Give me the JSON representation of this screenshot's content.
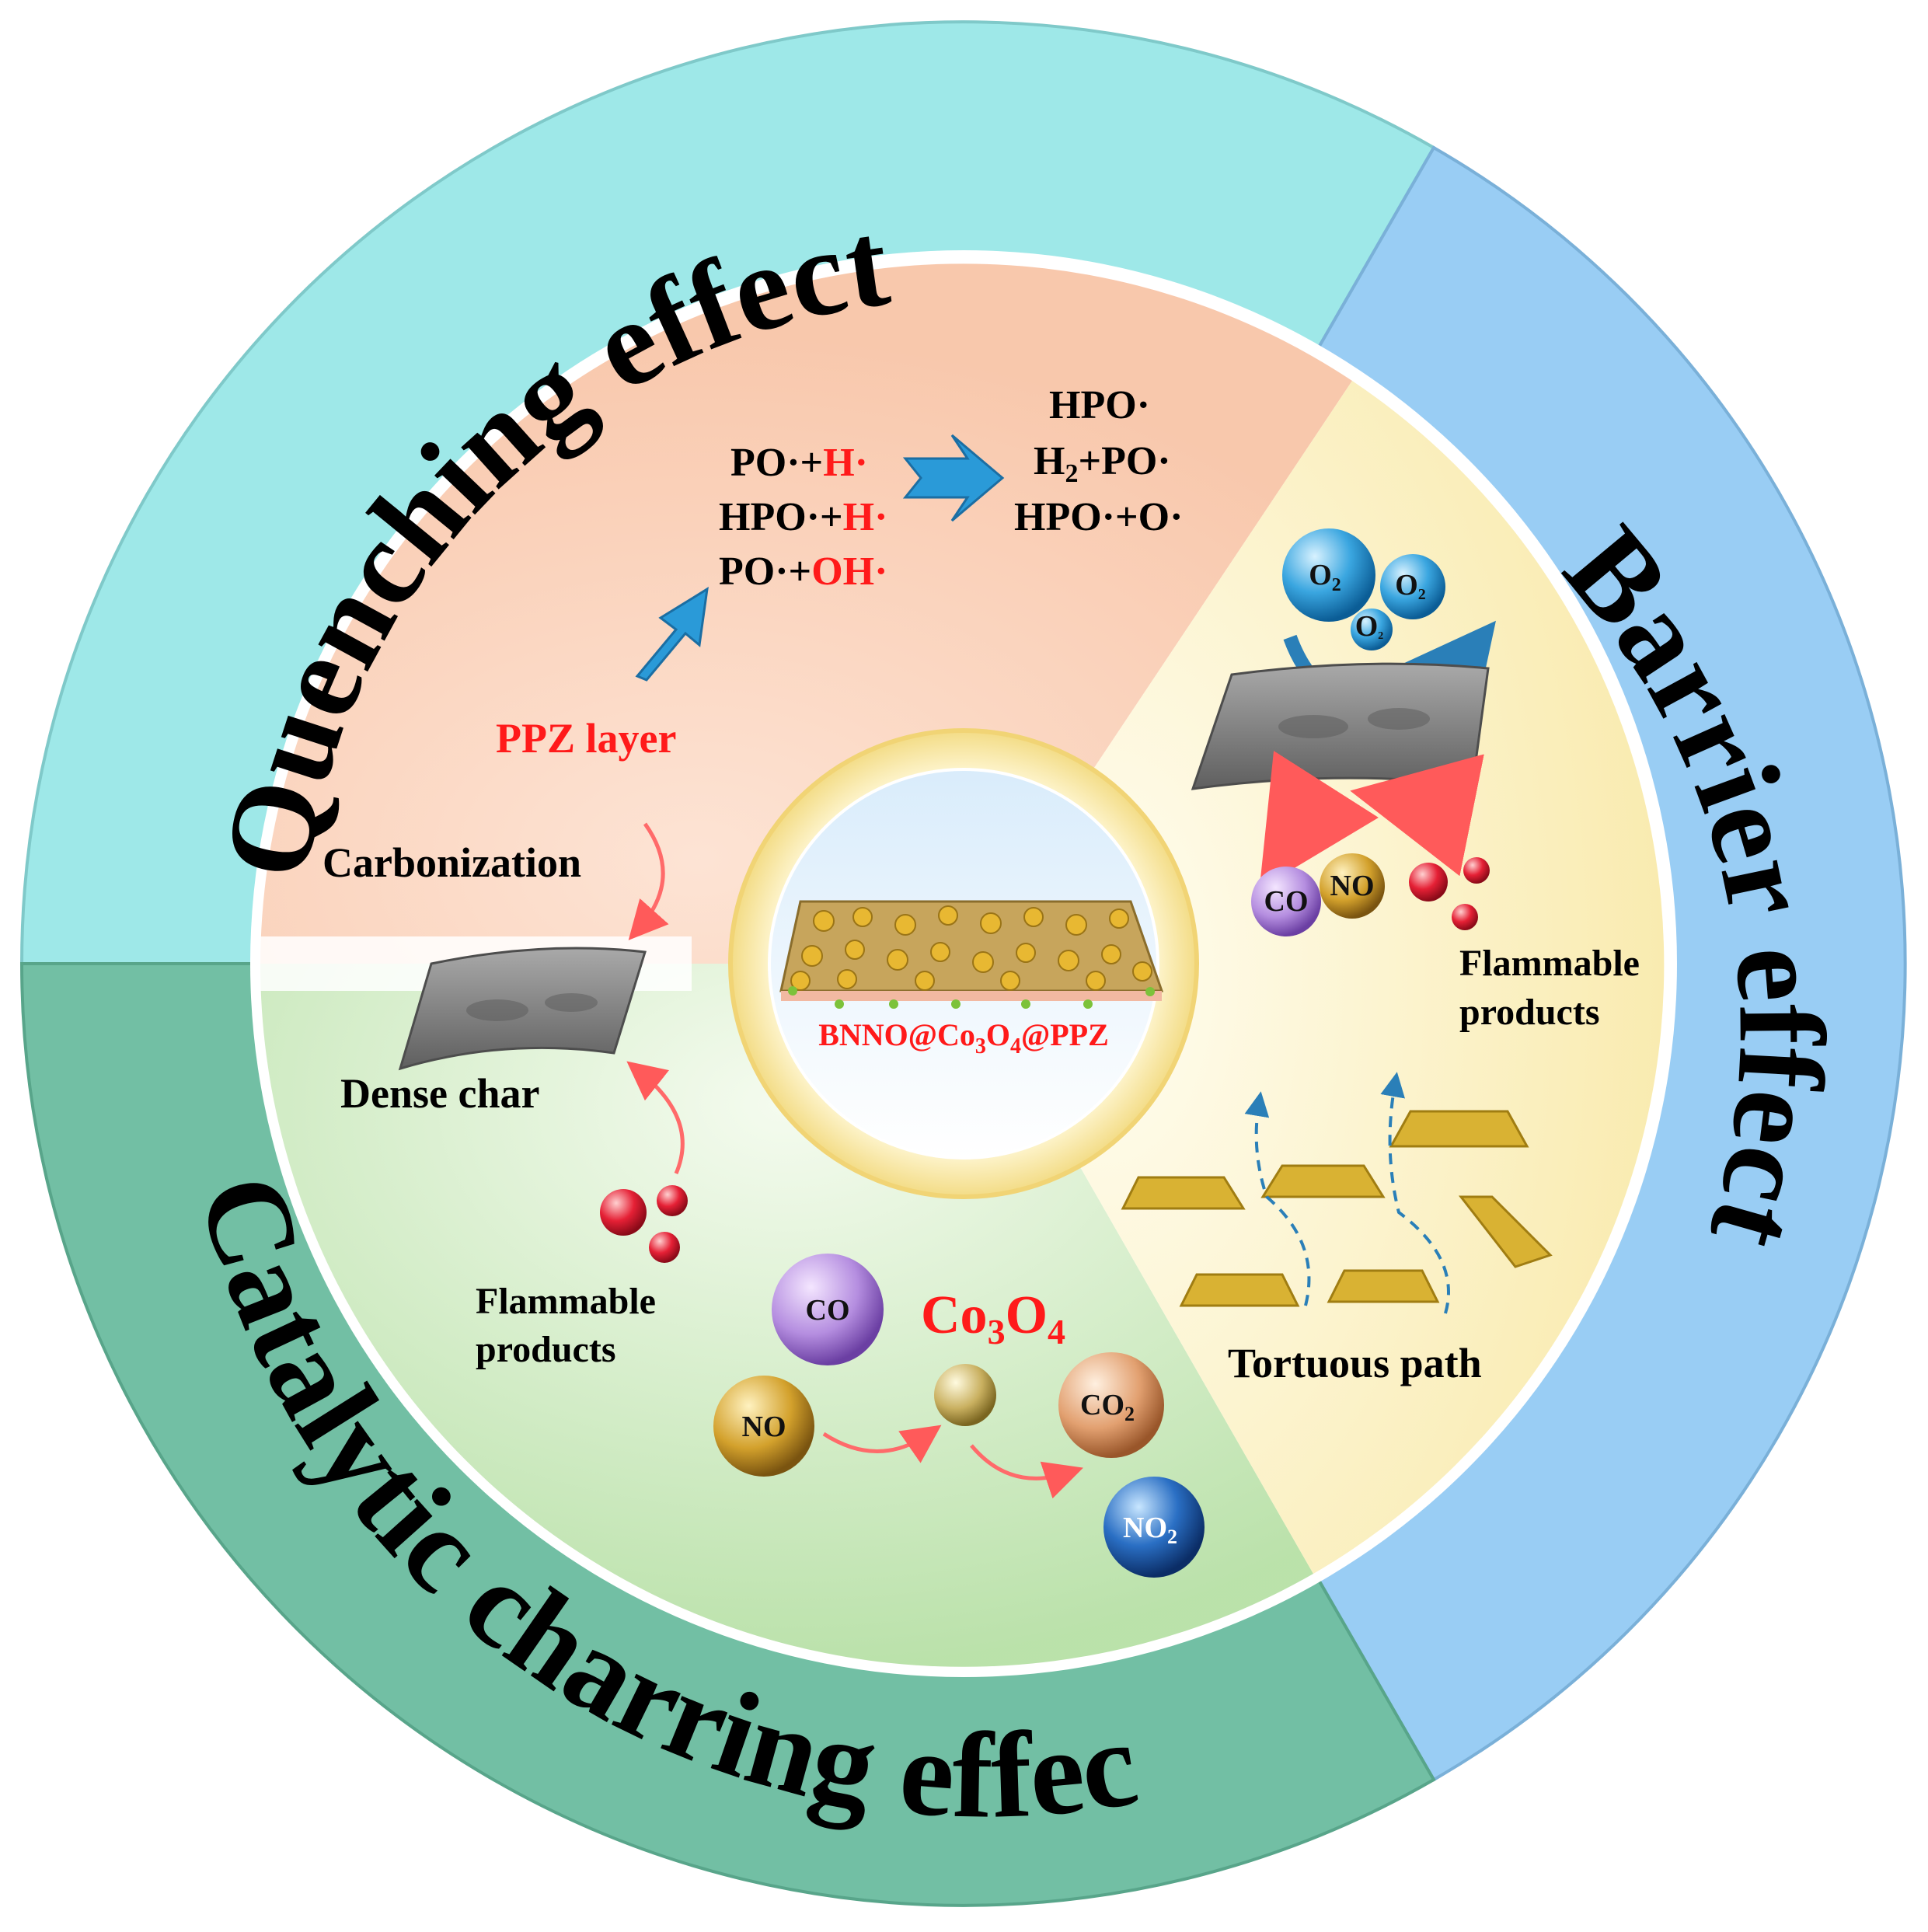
{
  "ring": {
    "quenching": "Quenching effect",
    "barrier": "Barrier effect",
    "catalytic": "Catalytic charring effect"
  },
  "center": {
    "label_prefix": "BNNO@Co",
    "sub1": "3",
    "mid": "O",
    "sub2": "4",
    "suffix": "@PPZ"
  },
  "quenching_panel": {
    "ppz_layer": "PPZ layer",
    "carbonization": "Carbonization",
    "reactants": [
      {
        "pre": "PO·+",
        "red": "H·"
      },
      {
        "pre": "HPO·+",
        "red": "H·"
      },
      {
        "pre": "PO·+",
        "red": "OH·"
      }
    ],
    "products": [
      "HPO·",
      "H",
      "2",
      "+PO·",
      "HPO·+O·"
    ]
  },
  "catalytic_panel": {
    "dense_char": "Dense char",
    "flammable_1": "Flammable",
    "products_1": "products",
    "co3o4_main": "Co",
    "co3o4_sub1": "3",
    "co3o4_mid": "O",
    "co3o4_sub2": "4",
    "molecules": {
      "co": "CO",
      "no": "NO",
      "co2_main": "CO",
      "co2_sub": "2",
      "no2_main": "NO",
      "no2_sub": "2"
    }
  },
  "barrier_panel": {
    "o2_main": "O",
    "o2_sub": "2",
    "co": "CO",
    "no": "NO",
    "flammable_2": "Flammable",
    "products_2": "products",
    "tortuous_path": "Tortuous path"
  },
  "colors": {
    "quenching_ring": "#9ee8e8",
    "barrier_ring": "#99cdf4",
    "catalytic_ring": "#72bfa4",
    "accent_red": "#ff1a1a",
    "arrow_blue": "#2a9ad8"
  }
}
